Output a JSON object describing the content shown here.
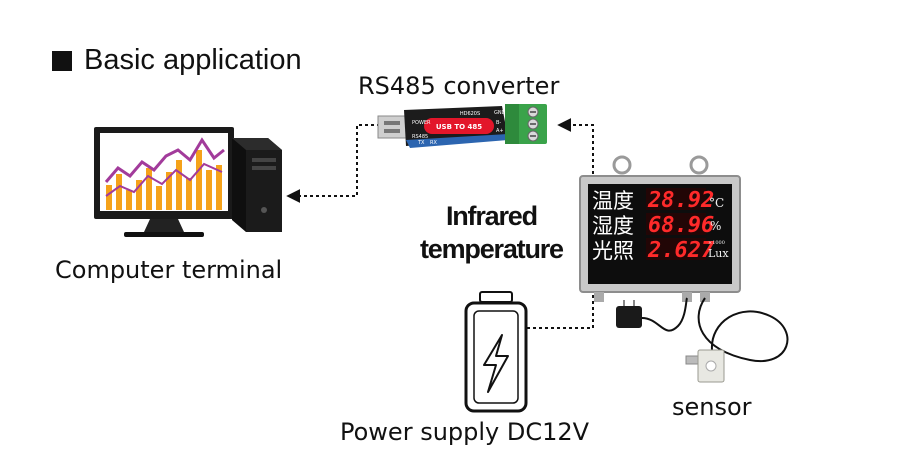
{
  "heading": "Basic application",
  "labels": {
    "converter": "RS485 converter",
    "computer": "Computer terminal",
    "infrared_line1": "Infrared",
    "infrared_line2": "temperature",
    "power": "Power supply DC12V",
    "sensor": "sensor"
  },
  "converter_device": {
    "body_text": "USB TO 485",
    "model": "HD620S",
    "side_marks": [
      "POWER",
      "RS485",
      "GND",
      "B-",
      "A+",
      "TX",
      "RX"
    ]
  },
  "display": {
    "rows": [
      {
        "label": "温度",
        "value": "28.92",
        "unit": "°C"
      },
      {
        "label": "湿度",
        "value": "68.96",
        "unit": "%"
      },
      {
        "label": "光照",
        "value": "2.627",
        "unit": "Lux",
        "prefix": "×1000"
      }
    ]
  },
  "colors": {
    "display_red": "#ff2a2a",
    "usb_red": "#e3162a",
    "terminal_green": "#3aa34a",
    "chart_orange": "#f5a21a",
    "chart_purple": "#a23b9b"
  }
}
